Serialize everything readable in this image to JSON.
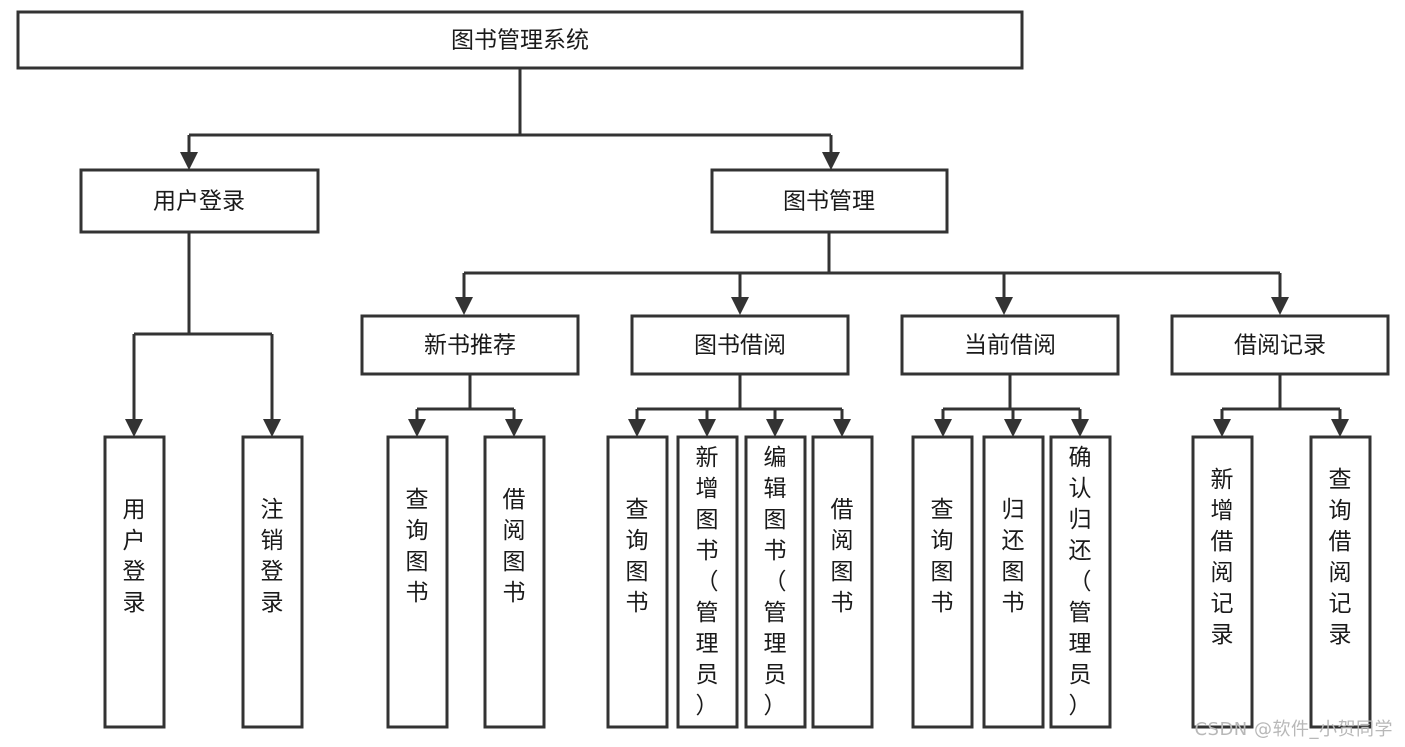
{
  "diagram": {
    "title": "图书管理系统",
    "type": "tree-hierarchy-chart",
    "watermark": "CSDN @软件_小贺同学",
    "colors": {
      "box_stroke": "#333333",
      "box_fill": "#ffffff",
      "text": "#1a1a1a",
      "background": "#ffffff",
      "watermark": "#b8b8b8"
    },
    "nodes": {
      "root": {
        "label": "图书管理系统"
      },
      "level2": [
        {
          "id": "user-login",
          "label": "用户登录"
        },
        {
          "id": "book-management",
          "label": "图书管理"
        }
      ],
      "level3": [
        {
          "id": "new-book-recommend",
          "label": "新书推荐"
        },
        {
          "id": "book-borrow",
          "label": "图书借阅"
        },
        {
          "id": "current-borrow",
          "label": "当前借阅"
        },
        {
          "id": "borrow-record",
          "label": "借阅记录"
        }
      ],
      "leaves": {
        "user_login": [
          {
            "id": "leaf-user-login",
            "label": "用户登录"
          },
          {
            "id": "leaf-logout-login",
            "label": "注销登录"
          }
        ],
        "new_book_recommend": [
          {
            "id": "leaf-query-book-1",
            "label": "查询图书"
          },
          {
            "id": "leaf-borrow-book-1",
            "label": "借阅图书"
          }
        ],
        "book_borrow": [
          {
            "id": "leaf-query-book-2",
            "label": "查询图书"
          },
          {
            "id": "leaf-add-book",
            "label": "新增图书（管理员）"
          },
          {
            "id": "leaf-edit-book",
            "label": "编辑图书（管理员）"
          },
          {
            "id": "leaf-borrow-book-2",
            "label": "借阅图书"
          }
        ],
        "current_borrow": [
          {
            "id": "leaf-query-book-3",
            "label": "查询图书"
          },
          {
            "id": "leaf-return-book",
            "label": "归还图书"
          },
          {
            "id": "leaf-confirm-return",
            "label": "确认归还（管理员）"
          }
        ],
        "borrow_record": [
          {
            "id": "leaf-add-record",
            "label": "新增借阅记录"
          },
          {
            "id": "leaf-query-record",
            "label": "查询借阅记录"
          }
        ]
      }
    }
  }
}
